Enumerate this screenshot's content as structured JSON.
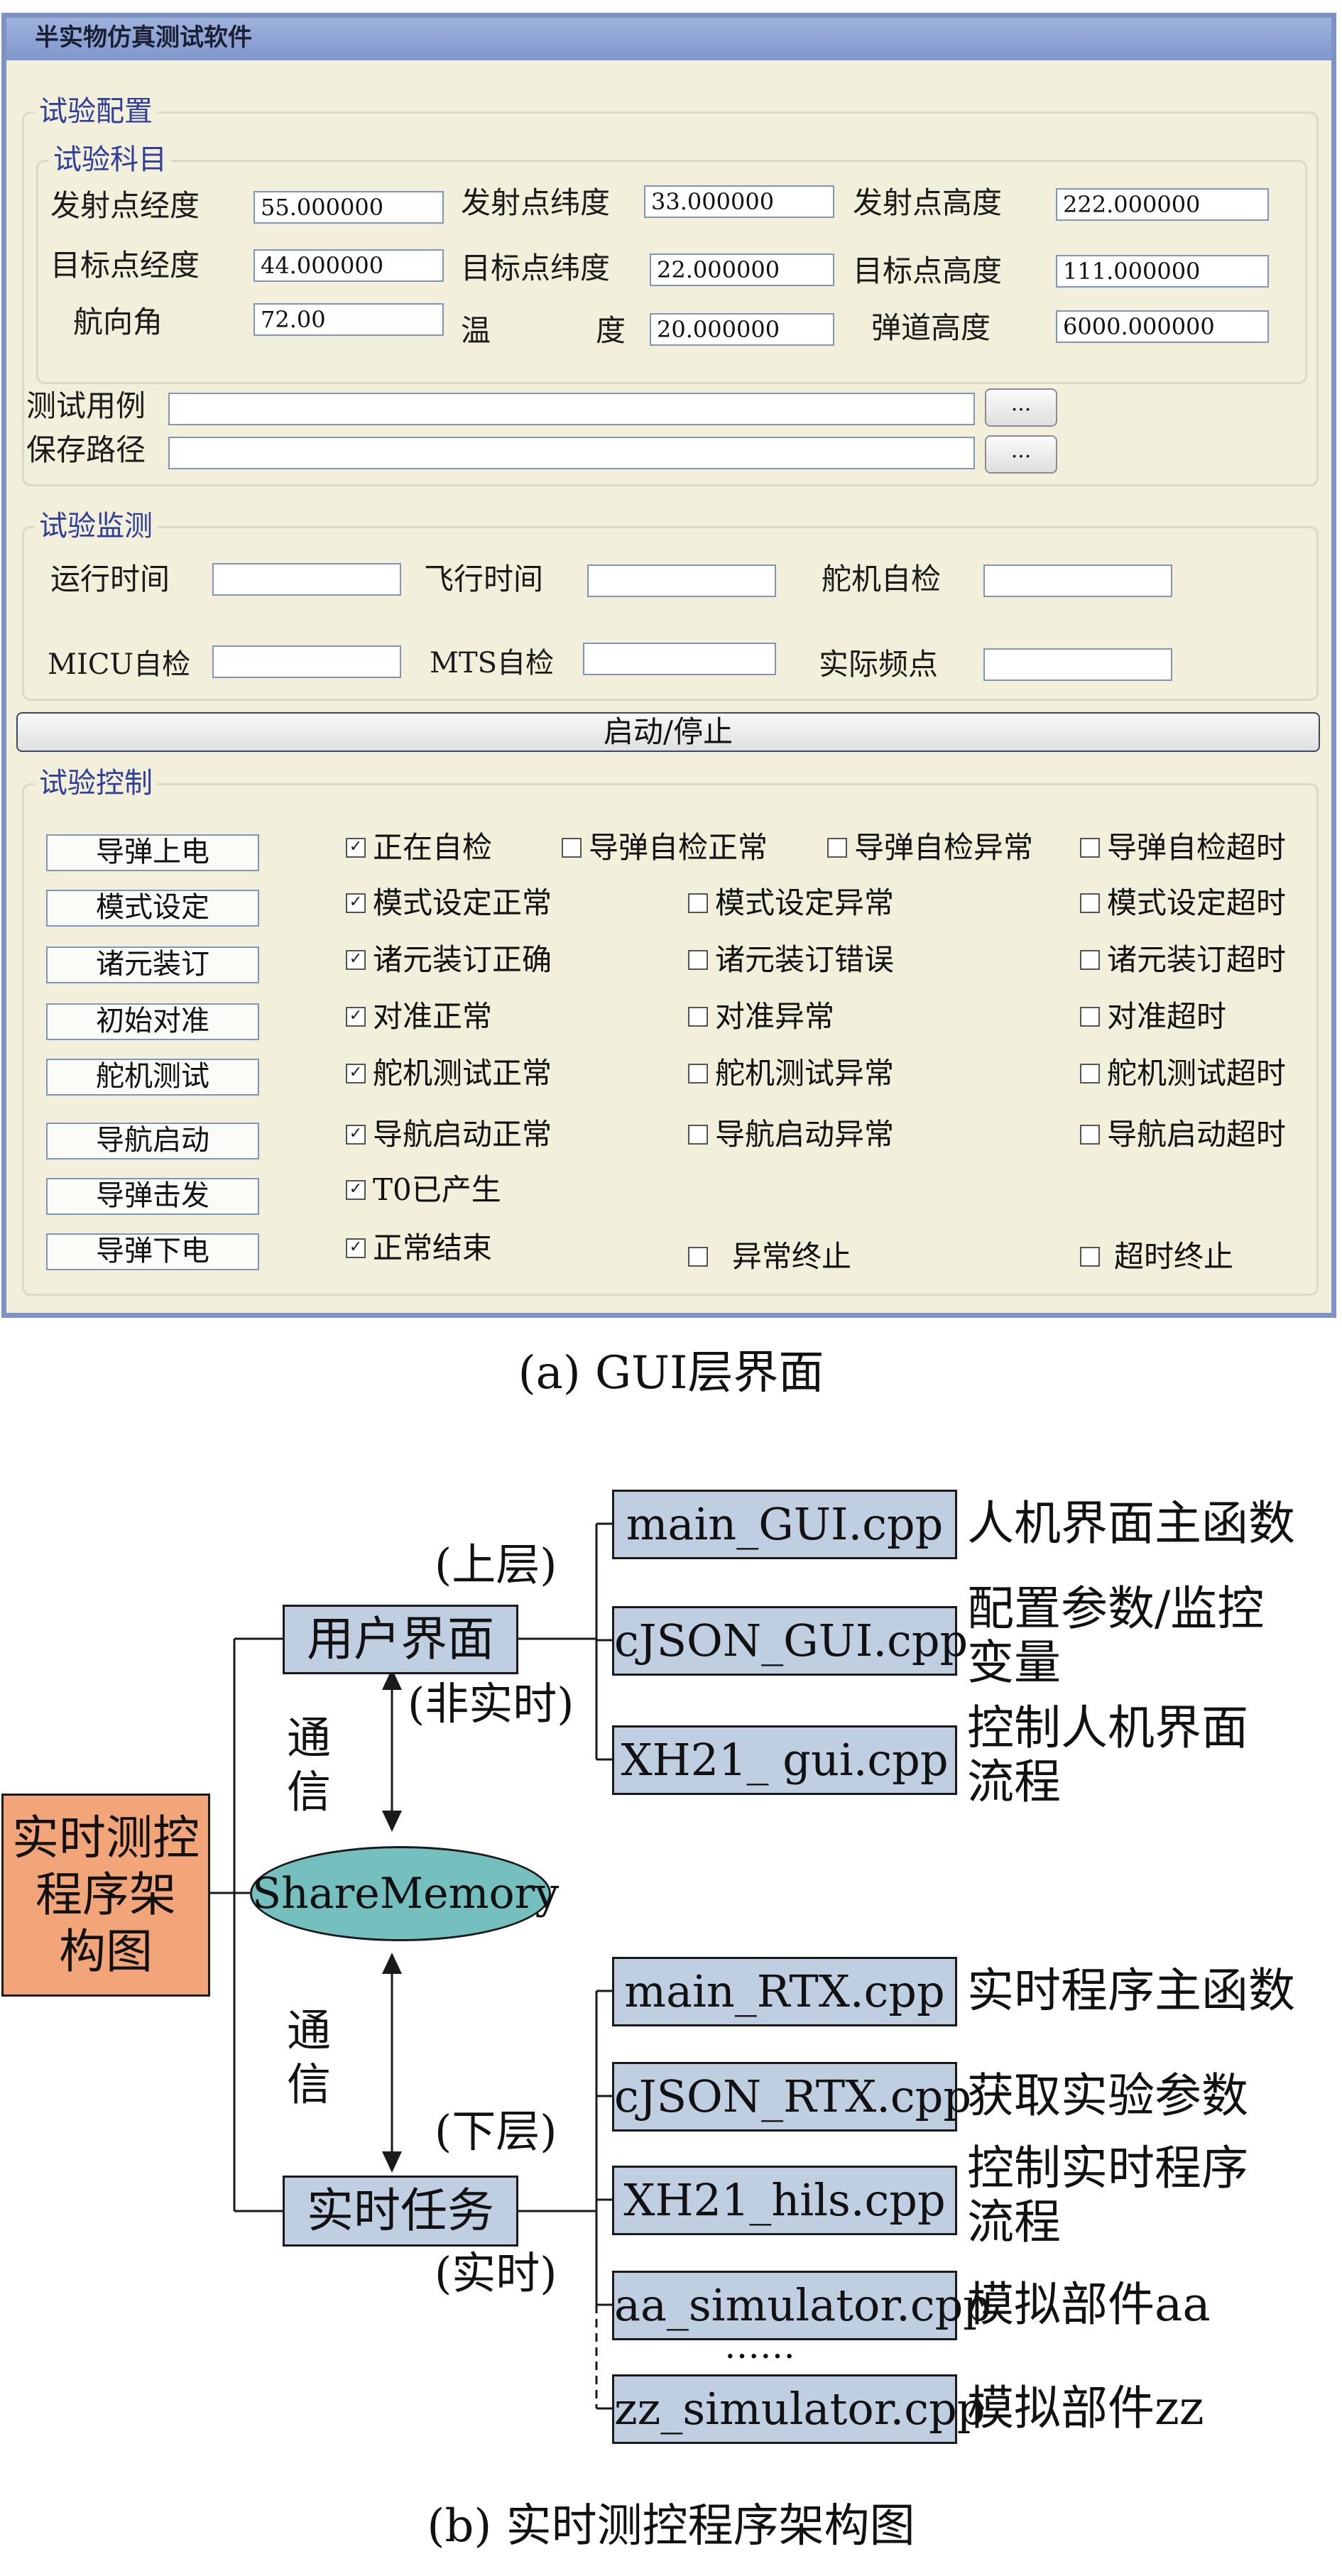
{
  "window": {
    "title": "半实物仿真测试软件",
    "accent_color": "#7e92c6",
    "background_color": "#f2efda"
  },
  "config": {
    "legend": "试验配置",
    "subject": {
      "legend": "试验科目",
      "fields": [
        {
          "label": "发射点经度",
          "value": "55.000000"
        },
        {
          "label": "发射点纬度",
          "value": "33.000000"
        },
        {
          "label": "发射点高度",
          "value": "222.000000"
        },
        {
          "label": "目标点经度",
          "value": "44.000000"
        },
        {
          "label": "目标点纬度",
          "value": "22.000000"
        },
        {
          "label": "目标点高度",
          "value": "111.000000"
        },
        {
          "label": "航向角",
          "value": "72.00"
        },
        {
          "label_a": "温",
          "label_b": "度",
          "value": "20.000000"
        },
        {
          "label": "弹道高度",
          "value": "6000.000000"
        }
      ]
    },
    "test_case_label": "测试用例",
    "test_case_value": "",
    "save_path_label": "保存路径",
    "save_path_value": "",
    "browse_label": "..."
  },
  "monitor": {
    "legend": "试验监测",
    "fields": [
      {
        "label": "运行时间",
        "value": ""
      },
      {
        "label": "飞行时间",
        "value": ""
      },
      {
        "label": "舵机自检",
        "value": ""
      },
      {
        "label": "MICU自检",
        "value": ""
      },
      {
        "label": "MTS自检",
        "value": ""
      },
      {
        "label": "实际频点",
        "value": ""
      }
    ]
  },
  "start_stop_label": "启动/停止",
  "control": {
    "legend": "试验控制",
    "rows": [
      {
        "button": "导弹上电",
        "checks": [
          {
            "label": "正在自检",
            "checked": true
          },
          {
            "label": "导弹自检正常",
            "checked": false
          },
          {
            "label": "导弹自检异常",
            "checked": false
          },
          {
            "label": "导弹自检超时",
            "checked": false
          }
        ]
      },
      {
        "button": "模式设定",
        "checks": [
          {
            "label": "模式设定正常",
            "checked": true
          },
          {
            "label": "模式设定异常",
            "checked": false
          },
          {
            "label": "模式设定超时",
            "checked": false
          }
        ]
      },
      {
        "button": "诸元装订",
        "checks": [
          {
            "label": "诸元装订正确",
            "checked": true
          },
          {
            "label": "诸元装订错误",
            "checked": false
          },
          {
            "label": "诸元装订超时",
            "checked": false
          }
        ]
      },
      {
        "button": "初始对准",
        "checks": [
          {
            "label": "对准正常",
            "checked": true
          },
          {
            "label": "对准异常",
            "checked": false
          },
          {
            "label": "对准超时",
            "checked": false
          }
        ]
      },
      {
        "button": "舵机测试",
        "checks": [
          {
            "label": "舵机测试正常",
            "checked": true
          },
          {
            "label": "舵机测试异常",
            "checked": false
          },
          {
            "label": "舵机测试超时",
            "checked": false
          }
        ]
      },
      {
        "button": "导航启动",
        "checks": [
          {
            "label": "导航启动正常",
            "checked": true
          },
          {
            "label": "导航启动异常",
            "checked": false
          },
          {
            "label": "导航启动超时",
            "checked": false
          }
        ]
      },
      {
        "button": "导弹击发",
        "checks": [
          {
            "label": "T0已产生",
            "checked": true
          }
        ]
      },
      {
        "button": "导弹下电",
        "checks": [
          {
            "label": "正常结束",
            "checked": true
          },
          {
            "label": "异常终止",
            "checked": false
          },
          {
            "label": "超时终止",
            "checked": false
          }
        ]
      }
    ]
  },
  "caption_a": "(a) GUI层界面",
  "diagram": {
    "root": "实时测控程序架构图",
    "root_lines": [
      "实时测控",
      "程序架",
      "构图"
    ],
    "root_color": "#f3a57a",
    "node_color": "#bfcee0",
    "ellipse_color": "#76bfbf",
    "upper": {
      "name": "用户界面",
      "tag": "(上层)",
      "mode": "(非实时)",
      "files": [
        {
          "file": "main_GUI.cpp",
          "desc": "人机界面主函数"
        },
        {
          "file": "cJSON_GUI.cpp",
          "desc": "配置参数/监控变量",
          "desc_lines": [
            "配置参数/监控",
            "变量"
          ]
        },
        {
          "file": "XH21_ gui.cpp",
          "desc": "控制人机界面流程",
          "desc_lines": [
            "控制人机界面",
            "流程"
          ]
        }
      ]
    },
    "comm_label": "通信",
    "shared_memory": "ShareMemory",
    "lower": {
      "name": "实时任务",
      "tag": "(下层)",
      "mode": "(实时)",
      "files": [
        {
          "file": "main_RTX.cpp",
          "desc": "实时程序主函数"
        },
        {
          "file": "cJSON_RTX.cpp",
          "desc": "获取实验参数"
        },
        {
          "file": "XH21_hils.cpp",
          "desc": "控制实时程序流程",
          "desc_lines": [
            "控制实时程序",
            "流程"
          ]
        },
        {
          "file": "aa_simulator.cpp",
          "desc": "模拟部件aa"
        },
        {
          "file": "zz_simulator.cpp",
          "desc": "模拟部件zz"
        }
      ],
      "ellipsis": "……"
    }
  },
  "caption_b": "(b) 实时测控程序架构图"
}
